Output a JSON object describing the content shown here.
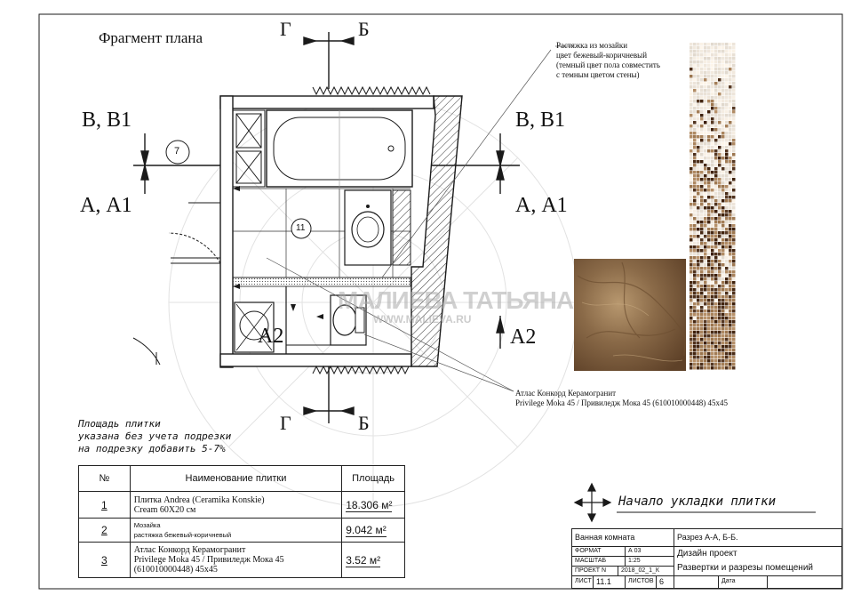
{
  "plan": {
    "title": "Фрагмент плана",
    "section_top_left": "Г",
    "section_top_right": "Б",
    "section_bottom_left": "Г",
    "section_bottom_right": "Б",
    "label_left_upper": "В, В1",
    "label_left_lower": "А, А1",
    "label_right_upper": "В, В1",
    "label_right_lower": "А, А1",
    "label_a2_plan": "А2",
    "label_a2_right": "А2",
    "axis_7": "7",
    "room_11": "11",
    "watermark_main": "МАЛИЕВА ТАТЬЯНА",
    "watermark_site": "WWW.MALIEVA.RU"
  },
  "callouts": {
    "mosaic_line1": "Растяжка из мозайки",
    "mosaic_line2": "цвет бежевый-коричневый",
    "mosaic_line3": "(темный цвет пола совместить",
    "mosaic_line4": "с темным цветом стены)",
    "granite_line1": "Атлас Конкорд Керамогранит",
    "granite_line2": "Privilege Moka 45 / Привиледж Мока 45 (610010000448) 45х45"
  },
  "notes": {
    "area_line1": "Площадь плитки",
    "area_line2": "указана без учета подрезки",
    "area_line3": "на подрезку добавить 5-7%",
    "start_tiling": "Начало укладки плитки"
  },
  "table": {
    "headers": [
      "№",
      "Наименование плитки",
      "Площадь"
    ],
    "rows": [
      {
        "num": "1",
        "name_line1": "Плитка Andrea (Ceramika Konskie)",
        "name_line2": "Cream  60Х20 см",
        "name_line3": "",
        "area": "18.306 м²"
      },
      {
        "num": "2",
        "name_line1": "Мозайка",
        "name_line2": "растяжка бежевый-коричневый",
        "name_line3": "",
        "area": "9.042 м²"
      },
      {
        "num": "3",
        "name_line1": "Атлас Конкорд Керамогранит",
        "name_line2": "Privilege Moka 45 / Привиледж Мока 45",
        "name_line3": "(610010000448) 45х45",
        "area": "3.52 м²"
      }
    ]
  },
  "title_block": {
    "room": "Ванная комната",
    "sheet_title": "Разрез А-А, Б-Б.",
    "format_label": "ФОРМАТ",
    "format_value": "А 03",
    "scale_label": "МАСШТАБ",
    "scale_value": "1:25",
    "project_label": "ПРОЕКТ N",
    "project_value": "2018_02_1_К",
    "sheet_label": "ЛИСТ",
    "sheet_value": "11.1",
    "sheets_label": "ЛИСТОВ",
    "sheets_value": "6",
    "project_type": "Дизайн проект",
    "description": "Развертки и разрезы помещений",
    "date_label": "Дата"
  },
  "colors": {
    "line": "#1a1a1a",
    "marble_base": "#8a6a48",
    "marble_light": "#b8986f",
    "marble_dark": "#5e4128",
    "mosaic_light": "#efe7dc",
    "mosaic_mid": "#a9835c",
    "mosaic_dark": "#4a2c17",
    "watermark": "#c9c9c9"
  }
}
